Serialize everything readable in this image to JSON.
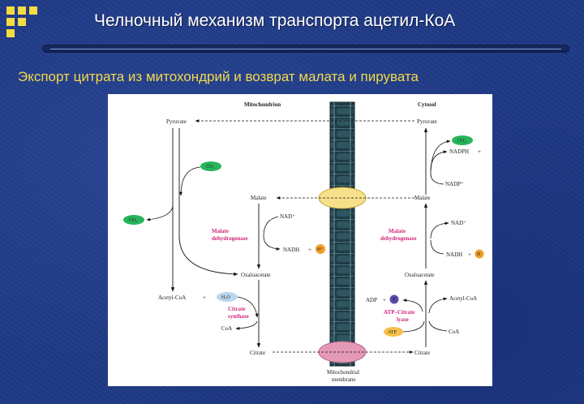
{
  "header": {
    "title": "Челночный механизм транспорта ацетил-КоА",
    "subtitle": "Экспорт цитрата из митохондрий и возврат малата и пирувата"
  },
  "colors": {
    "background": "#1f3a86",
    "title": "#ffffff",
    "subtitle": "#f3d94a",
    "logo": "#f6dc43",
    "enzyme_label": "#d2257c",
    "co2_badge": "#27b45a",
    "proton_badge": "#f0a02a",
    "transporter_top": "#f7e08a",
    "transporter_bottom": "#e49ab6",
    "membrane": "#1f3b45"
  },
  "diagram": {
    "compartments": {
      "mito": "Mitochondrion",
      "cyto": "Cytosol",
      "membrane": [
        "Mitochondrial",
        "membrane"
      ]
    },
    "mito": {
      "pyruvate": "Pyruvate",
      "co2_top": "CO₂",
      "co2_left": "CO₂",
      "malate": "Malate",
      "enzyme_md": [
        "Malate",
        "dehydrogenase"
      ],
      "nad": "NAD⁺",
      "nadh": "NADH",
      "plus1": "+",
      "h": "H⁺",
      "oxaloacetate": "Oxaloacetate",
      "acetyl_coa": "Acetyl-CoA",
      "plus2": "+",
      "h2o": "H₂O",
      "enzyme_cs": [
        "Citrate",
        "synthase"
      ],
      "coa": "CoA",
      "citrate": "Citrate"
    },
    "cyto": {
      "pyruvate": "Pyruvate",
      "co2": "CO₂",
      "nadph": "NADPH",
      "plus_nadph": "+",
      "nadp": "NADP⁺",
      "malate": "Malate",
      "enzyme_md": [
        "Malate",
        "dehydrogenase"
      ],
      "nad": "NAD⁺",
      "nadh": "NADH",
      "plus_nadh": "+",
      "h": "H",
      "oxaloacetate": "Oxaloacetate",
      "adp": "ADP",
      "plus_adp": "+",
      "pi": "P",
      "acetyl_coa": "Acetyl-CoA",
      "enzyme_acl": [
        "ATP–Citrate",
        "lyase"
      ],
      "atp": "ATP",
      "coa": "CoA",
      "citrate": "Citrate"
    }
  }
}
